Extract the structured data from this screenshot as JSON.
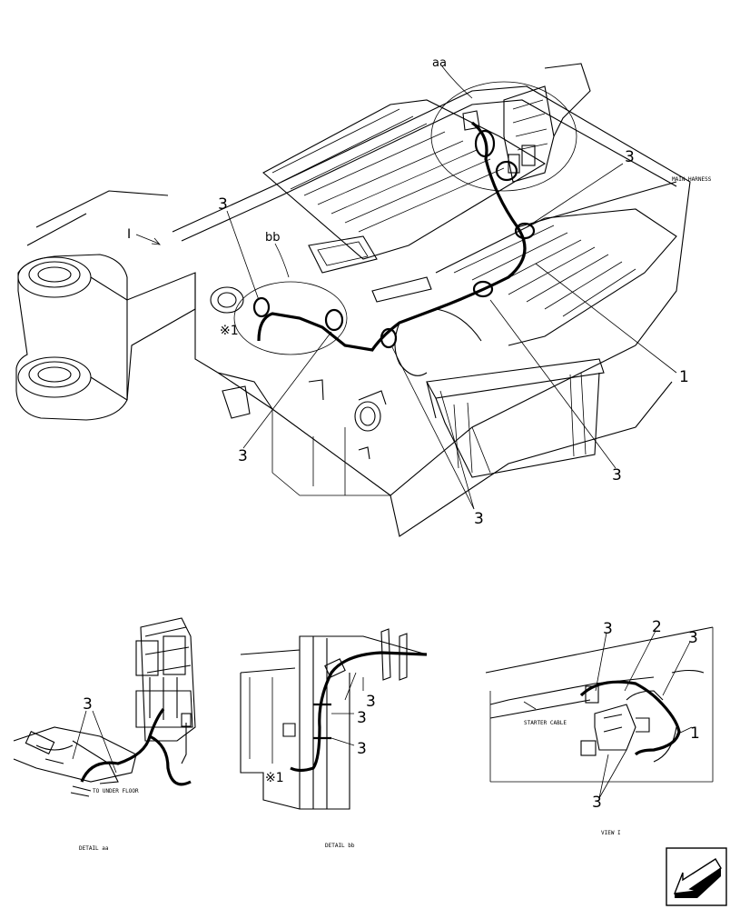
{
  "main_view": {
    "labels": {
      "detail_aa_ref": "aa",
      "detail_bb_ref": "bb",
      "view_ref": "I",
      "main_harness": "MAIN HARNESS",
      "note_ref": "※1",
      "clamp": "3",
      "harness": "1"
    }
  },
  "detail_aa": {
    "caption": "DETAIL aa",
    "clamp_label": "3",
    "to_under_floor": "TO UNDER FLOOR"
  },
  "detail_bb": {
    "caption": "DETAIL bb",
    "clamp_label": "3",
    "note_ref": "※1"
  },
  "view_i": {
    "caption": "VIEW I",
    "clamp_label": "3",
    "relay_label": "2",
    "harness_label": "1",
    "starter_cable": "STARTER CABLE"
  },
  "corner_icon": "arrow-icon"
}
